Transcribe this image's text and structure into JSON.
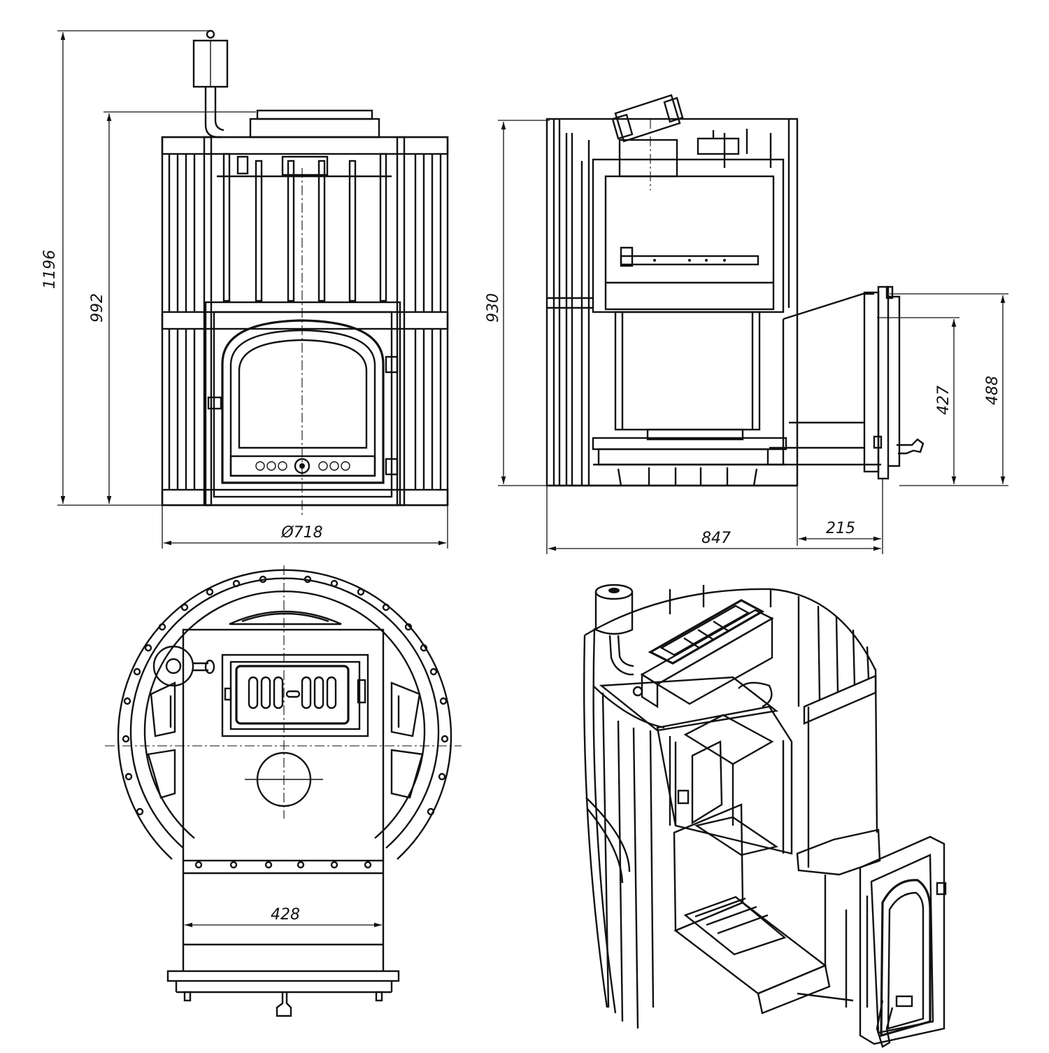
{
  "dimensions": {
    "total_height": "1196",
    "body_height": "992",
    "side_height": "930",
    "tunnel_height_inner": "427",
    "tunnel_height_outer": "488",
    "diameter": "Ø718",
    "depth": "847",
    "tunnel_length": "215",
    "tunnel_width": "428"
  }
}
